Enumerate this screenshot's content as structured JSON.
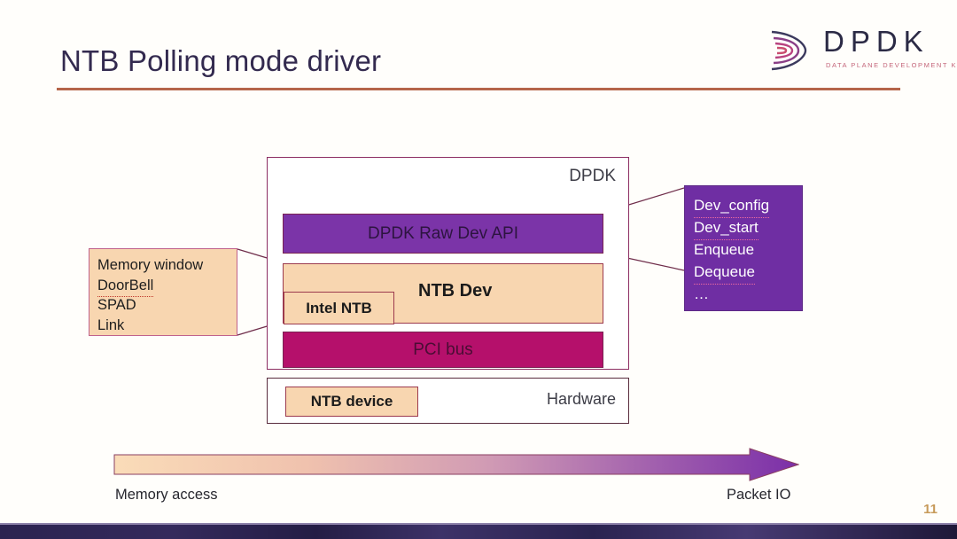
{
  "slide": {
    "title": "NTB Polling mode driver",
    "page_number": "11",
    "accent_rule_color": "#b5654a",
    "footer_color": "#2b2350"
  },
  "logo": {
    "name": "DPDK",
    "tagline": "DATA PLANE DEVELOPMENT KIT",
    "mark_icon": "dpdk-arcs-icon",
    "text_color": "#2b2a45",
    "tagline_color": "#c4667a"
  },
  "diagram": {
    "dpdk_box": {
      "label": "DPDK",
      "border_color": "#8c2d62",
      "layers": [
        {
          "label": "DPDK Raw Dev API",
          "fill": "#7b34a8",
          "text_color": "#2d1440"
        },
        {
          "label": "NTB Dev",
          "fill": "#f8d6b0",
          "text_color": "#1b1b1b"
        },
        {
          "label": "PCI bus",
          "fill": "#b5106b",
          "text_color": "#4a0d34"
        }
      ],
      "inner_box": {
        "label": "Intel NTB",
        "fill": "#f8d6b0",
        "border_color": "#9c3a4e"
      }
    },
    "hardware_box": {
      "label": "Hardware",
      "border_color": "#582b3c",
      "device": {
        "label": "NTB device",
        "fill": "#f8d6b0",
        "border_color": "#9c3a4e"
      }
    },
    "callout_left": {
      "fill": "#f8d6b0",
      "border_color": "#c0628c",
      "items": [
        {
          "text": "Memory window",
          "spellcheck_underline": false
        },
        {
          "text": "DoorBell",
          "spellcheck_underline": true
        },
        {
          "text": "SPAD",
          "spellcheck_underline": false
        },
        {
          "text": "Link",
          "spellcheck_underline": false
        }
      ]
    },
    "callout_right": {
      "fill": "#6f2ea3",
      "border_color": "#5e2a86",
      "items": [
        {
          "text": "Dev_config",
          "spellcheck_underline": true
        },
        {
          "text": "Dev_start",
          "spellcheck_underline": true
        },
        {
          "text": "Enqueue",
          "spellcheck_underline": false
        },
        {
          "text": "Dequeue",
          "spellcheck_underline": true
        },
        {
          "text": "…",
          "spellcheck_underline": false
        }
      ]
    },
    "spectrum_arrow": {
      "left_label": "Memory access",
      "right_label": "Packet IO",
      "gradient_start": "#fadcb8",
      "gradient_end": "#7b2fa8",
      "direction": "left-to-right"
    }
  }
}
